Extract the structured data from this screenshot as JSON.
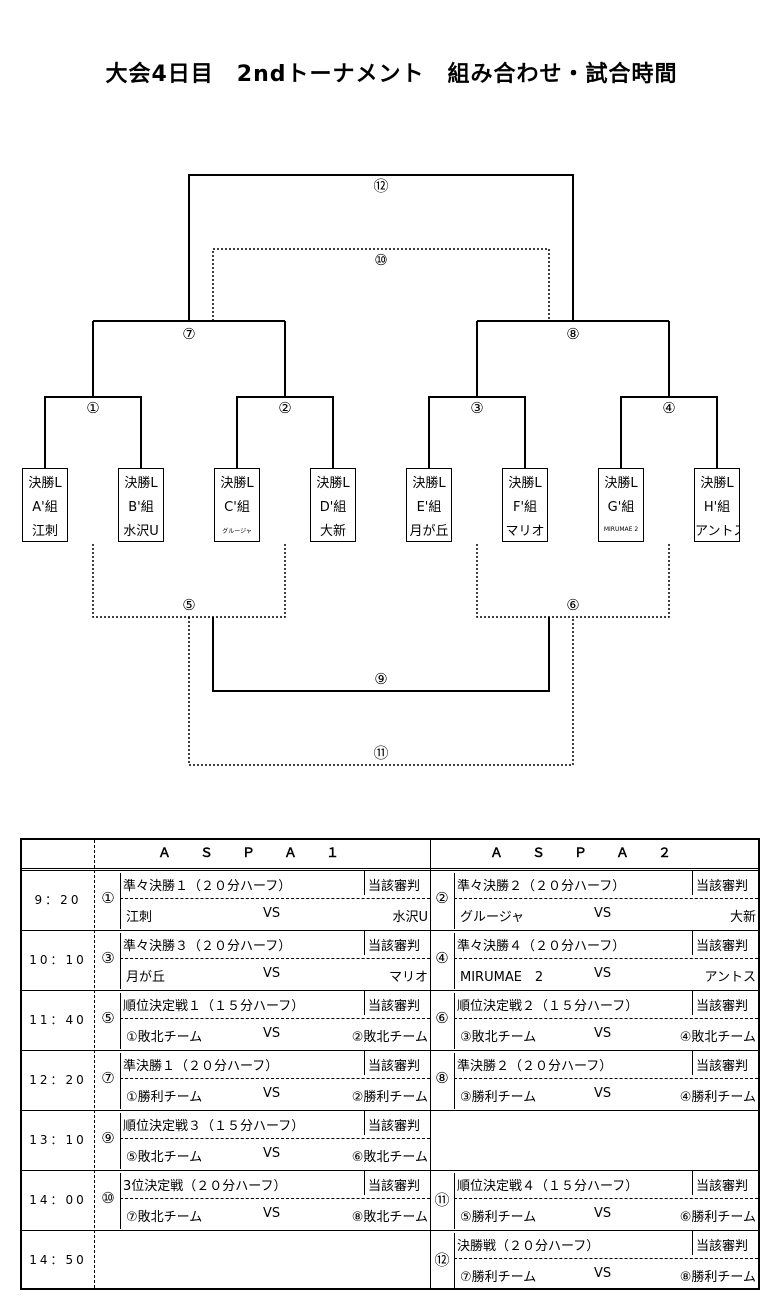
{
  "title": "大会4日目　2ndトーナメント　組み合わせ・試合時間",
  "bracket": {
    "teams": [
      {
        "l1": "決勝L",
        "l2": "A'組",
        "l3": "江刺",
        "tiny": false
      },
      {
        "l1": "決勝L",
        "l2": "B'組",
        "l3": "水沢U",
        "tiny": false
      },
      {
        "l1": "決勝L",
        "l2": "C'組",
        "l3": "グルージャ",
        "tiny": true
      },
      {
        "l1": "決勝L",
        "l2": "D'組",
        "l3": "大新",
        "tiny": false
      },
      {
        "l1": "決勝L",
        "l2": "E'組",
        "l3": "月が丘",
        "tiny": false
      },
      {
        "l1": "決勝L",
        "l2": "F'組",
        "l3": "マリオ",
        "tiny": false
      },
      {
        "l1": "決勝L",
        "l2": "G'組",
        "l3": "MIRUMAE  2",
        "tiny": true
      },
      {
        "l1": "決勝L",
        "l2": "H'組",
        "l3": "アントス",
        "tiny": false
      }
    ],
    "match_labels": {
      "m1": "①",
      "m2": "②",
      "m3": "③",
      "m4": "④",
      "m5": "⑤",
      "m6": "⑥",
      "m7": "⑦",
      "m8": "⑧",
      "m9": "⑨",
      "m10": "⑩",
      "m11": "⑪",
      "m12": "⑫"
    }
  },
  "schedule": {
    "headers": [
      "ＡＳＰＡ１",
      "ＡＳＰＡ２"
    ],
    "rows": [
      {
        "time": "9：20",
        "left": {
          "num": "①",
          "title": "準々決勝１（２０分ハーフ）",
          "ref": "当該審判",
          "home": "江刺",
          "vs": "VS",
          "away": "水沢U"
        },
        "right": {
          "num": "②",
          "title": "準々決勝２（２０分ハーフ）",
          "ref": "当該審判",
          "home": "グルージャ",
          "vs": "VS",
          "away": "大新"
        }
      },
      {
        "time": "10：10",
        "left": {
          "num": "③",
          "title": "準々決勝３（２０分ハーフ）",
          "ref": "当該審判",
          "home": "月が丘",
          "vs": "VS",
          "away": "マリオ"
        },
        "right": {
          "num": "④",
          "title": "準々決勝４（２０分ハーフ）",
          "ref": "当該審判",
          "home": "MIRUMAE　2",
          "vs": "VS",
          "away": "アントス"
        }
      },
      {
        "time": "11：40",
        "left": {
          "num": "⑤",
          "title": "順位決定戦１（１５分ハーフ）",
          "ref": "当該審判",
          "home": "①敗北チーム",
          "vs": "VS",
          "away": "②敗北チーム"
        },
        "right": {
          "num": "⑥",
          "title": "順位決定戦２（１５分ハーフ）",
          "ref": "当該審判",
          "home": "③敗北チーム",
          "vs": "VS",
          "away": "④敗北チーム"
        }
      },
      {
        "time": "12：20",
        "left": {
          "num": "⑦",
          "title": "準決勝１（２０分ハーフ）",
          "ref": "当該審判",
          "home": "①勝利チーム",
          "vs": "VS",
          "away": "②勝利チーム"
        },
        "right": {
          "num": "⑧",
          "title": "準決勝２（２０分ハーフ）",
          "ref": "当該審判",
          "home": "③勝利チーム",
          "vs": "VS",
          "away": "④勝利チーム"
        }
      },
      {
        "time": "13：10",
        "left": {
          "num": "⑨",
          "title": "順位決定戦３（１５分ハーフ）",
          "ref": "当該審判",
          "home": "⑤敗北チーム",
          "vs": "VS",
          "away": "⑥敗北チーム"
        },
        "right": null
      },
      {
        "time": "14：00",
        "left": {
          "num": "⑩",
          "title": "3位決定戦（２０分ハーフ）",
          "ref": "当該審判",
          "home": "⑦敗北チーム",
          "vs": "VS",
          "away": "⑧敗北チーム"
        },
        "right": {
          "num": "⑪",
          "title": "順位決定戦４（１５分ハーフ）",
          "ref": "当該審判",
          "home": "⑤勝利チーム",
          "vs": "VS",
          "away": "⑥勝利チーム"
        }
      },
      {
        "time": "14：50",
        "left": null,
        "right": {
          "num": "⑫",
          "title": "決勝戦（２０分ハーフ）",
          "ref": "当該審判",
          "home": "⑦勝利チーム",
          "vs": "VS",
          "away": "⑧勝利チーム"
        }
      }
    ]
  }
}
